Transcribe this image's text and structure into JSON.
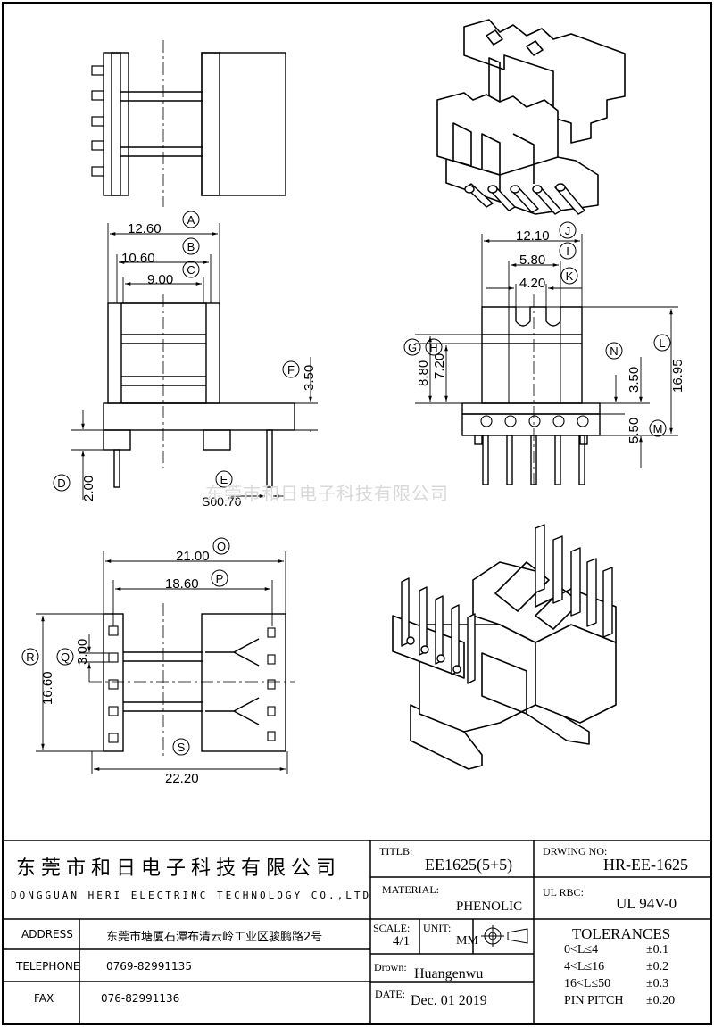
{
  "dims": {
    "a": "12.60",
    "b": "10.60",
    "c": "9.00",
    "f": "3.50",
    "d": "2.00",
    "e": "S00.70",
    "j": "12.10",
    "i": "5.80",
    "k": "4.20",
    "g": "8.80",
    "h": "7.20",
    "n": "3.50",
    "l": "16.95",
    "m": "5.50",
    "o": "21.00",
    "p": "18.60",
    "q": "3.00",
    "r": "16.60",
    "s": "22.20"
  },
  "markers": {
    "a": "A",
    "b": "B",
    "c": "C",
    "d": "D",
    "e": "E",
    "f": "F",
    "g": "G",
    "h": "H",
    "i": "I",
    "j": "J",
    "k": "K",
    "l": "L",
    "m": "M",
    "n": "N",
    "o": "O",
    "p": "P",
    "q": "Q",
    "r": "R",
    "s": "S"
  },
  "watermark": "东莞市和日电子科技有限公司",
  "titleblock": {
    "company_cn": "东莞市和日电子科技有限公司",
    "company_en": "DONGGUAN HERI ELECTRINC TECHNOLOGY CO.,LTD",
    "address_label": "ADDRESS",
    "address_value": "东莞市塘厦石潭布清云岭工业区骏鹏路2号",
    "telephone_label": "TELEPHONE",
    "telephone_value": "0769-82991135",
    "fax_label": "FAX",
    "fax_value": "076-82991136",
    "title_label": "TITLB:",
    "title_value": "EE1625(5+5)",
    "material_label": "MATERIAL:",
    "material_value": "PHENOLIC",
    "scale_label": "SCALE:",
    "scale_value": "4/1",
    "unit_label": "UNIT:",
    "unit_value": "MM",
    "drawn_label": "Drown:",
    "drawn_value": "Huangenwu",
    "date_label": "DATE:",
    "date_value": "Dec. 01 2019",
    "drwng_label": "DRWING NO:",
    "drwng_value": "HR-EE-1625",
    "ul_label": "UL  RBC:",
    "ul_value": "UL 94V-0",
    "tol_title": "TOLERANCES",
    "tolerances": [
      {
        "range": "0<L≤4",
        "value": "±0.1"
      },
      {
        "range": "4<L≤16",
        "value": "±0.2"
      },
      {
        "range": "16<L≤50",
        "value": "±0.3"
      },
      {
        "range": "PIN PITCH",
        "value": "±0.20"
      }
    ]
  }
}
